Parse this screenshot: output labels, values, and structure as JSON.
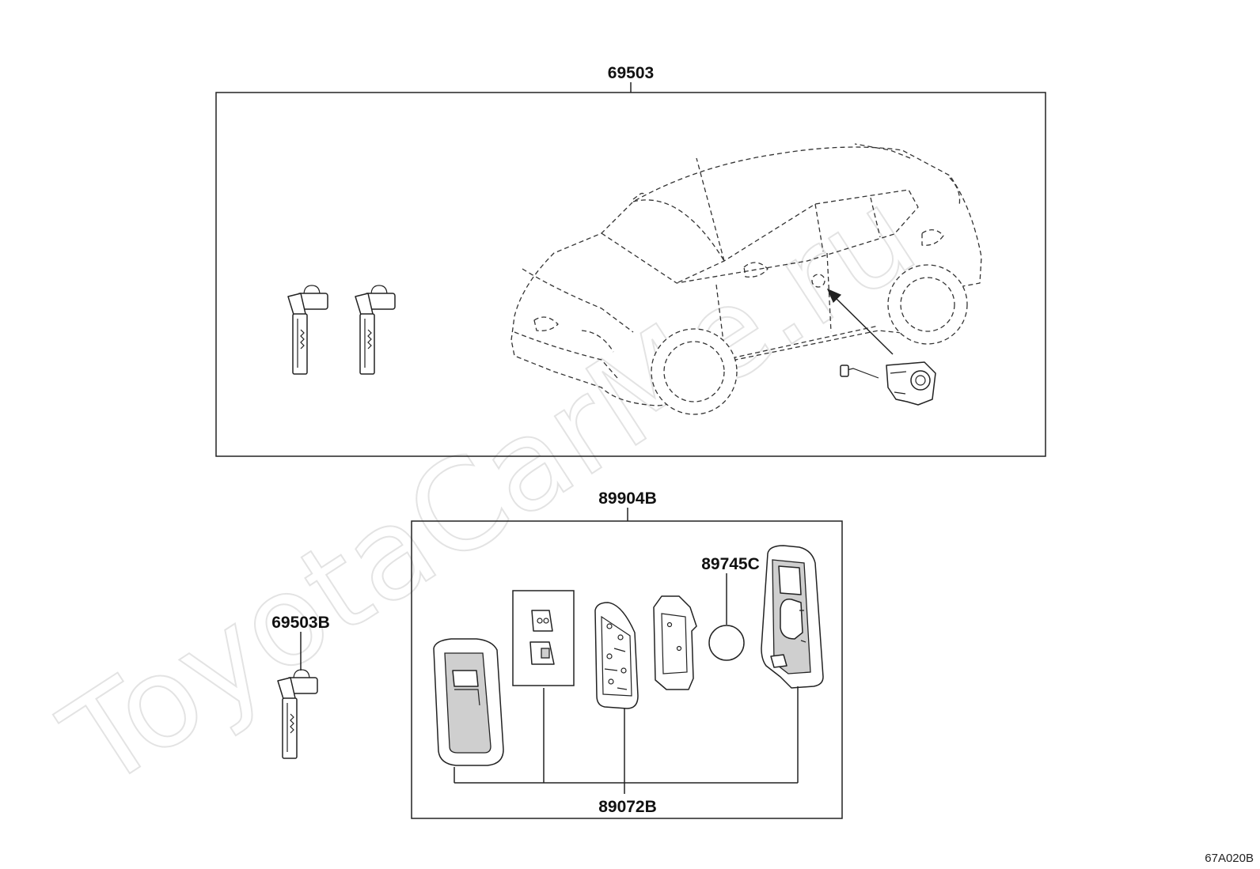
{
  "watermark": "ToyotaCarMe.ru",
  "diagram_code": "67A020B",
  "parts": {
    "key_set": "69503",
    "transmitter_set": "89904B",
    "battery": "89745C",
    "spare_key": "69503B",
    "transmitter_housing": "89072B"
  }
}
